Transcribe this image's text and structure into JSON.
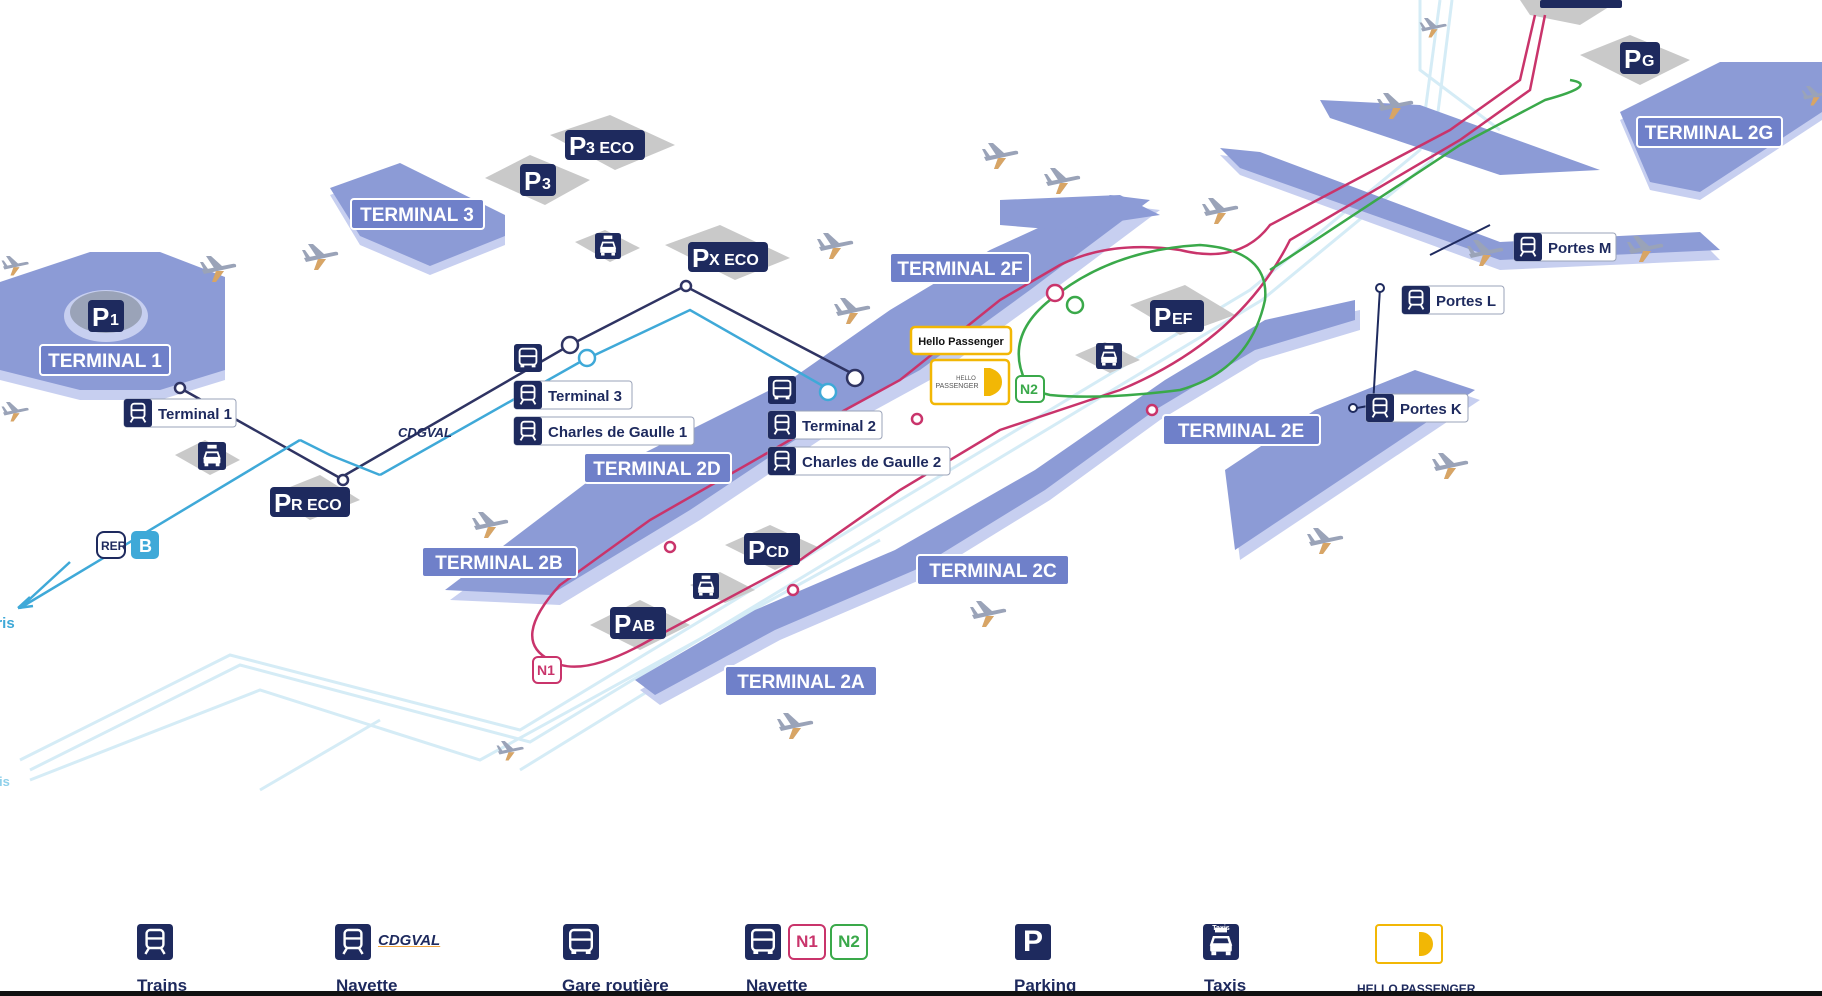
{
  "colors": {
    "terminal_fill": "#8c9bd6",
    "terminal_shadow": "#c7cff0",
    "label_bg": "#6f80c9",
    "label_border": "#ffffff",
    "navy": "#1e2a5e",
    "parking_bg": "#c9c9c9",
    "cdgval_line": "#2f3463",
    "rer_line": "#3fa9d8",
    "n1_line": "#c9346b",
    "n2_line": "#3aa94a",
    "hello_border": "#f2b705",
    "road": "#d5ecf6"
  },
  "terminals": {
    "t1": "TERMINAL 1",
    "t3": "TERMINAL 3",
    "t2a": "TERMINAL 2A",
    "t2b": "TERMINAL 2B",
    "t2c": "TERMINAL 2C",
    "t2d": "TERMINAL 2D",
    "t2e": "TERMINAL 2E",
    "t2f": "TERMINAL 2F",
    "t2g": "TERMINAL 2G"
  },
  "parkings": {
    "p1": "1",
    "p3": "3",
    "p3eco": "3 ECO",
    "pxeco": "X ECO",
    "preco": "R ECO",
    "pef": "EF",
    "pcd": "CD",
    "pab": "AB",
    "pg": "G",
    "letter": "P"
  },
  "stations": {
    "terminal1": "Terminal 1",
    "terminal3": "Terminal 3",
    "cdg1": "Charles de Gaulle 1",
    "terminal2": "Terminal 2",
    "cdg2": "Charles de Gaulle 2",
    "portes_m": "Portes M",
    "portes_l": "Portes L",
    "portes_k": "Portes K"
  },
  "lines": {
    "cdgval": "CDGVAL",
    "rer": "RER",
    "rer_b": "B",
    "n1": "N1",
    "n2": "N2",
    "paris": "Paris",
    "taxis": "Taxis"
  },
  "hello_passenger": {
    "callout": "Hello Passenger",
    "logo_hello": "HELLO",
    "logo_passenger": "PASSENGER"
  },
  "legend": {
    "trains": "Trains",
    "navette": "Navette",
    "cdgval": "CDGVAL",
    "gare_routiere": "Gare routière",
    "navette_bus": "Navette",
    "n1": "N1",
    "n2": "N2",
    "parking": "Parking",
    "parking_letter": "P",
    "taxis": "Taxis",
    "taxis_sign": "Taxis",
    "hello_passenger": "HELLO PASSENGER"
  }
}
